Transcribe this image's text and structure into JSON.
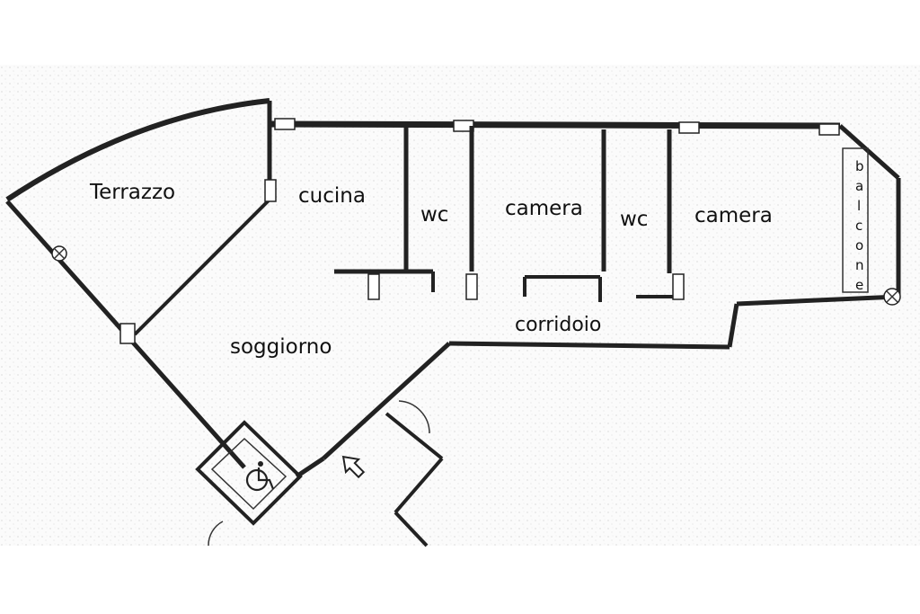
{
  "rooms": {
    "terrazzo": "Terrazzo",
    "cucina": "cucina",
    "wc1": "wc",
    "camera1": "camera",
    "wc2": "wc",
    "camera2": "camera",
    "corridoio": "corridoio",
    "soggiorno": "soggiorno",
    "balcone": [
      "b",
      "a",
      "l",
      "c",
      "o",
      "n",
      "e"
    ]
  },
  "icons": {
    "accessibility": "wheelchair-icon",
    "entrance": "entrance-arrow-icon"
  },
  "colors": {
    "background": "#ffffff",
    "paper": "#f4f4f4",
    "ink": "#222222"
  }
}
